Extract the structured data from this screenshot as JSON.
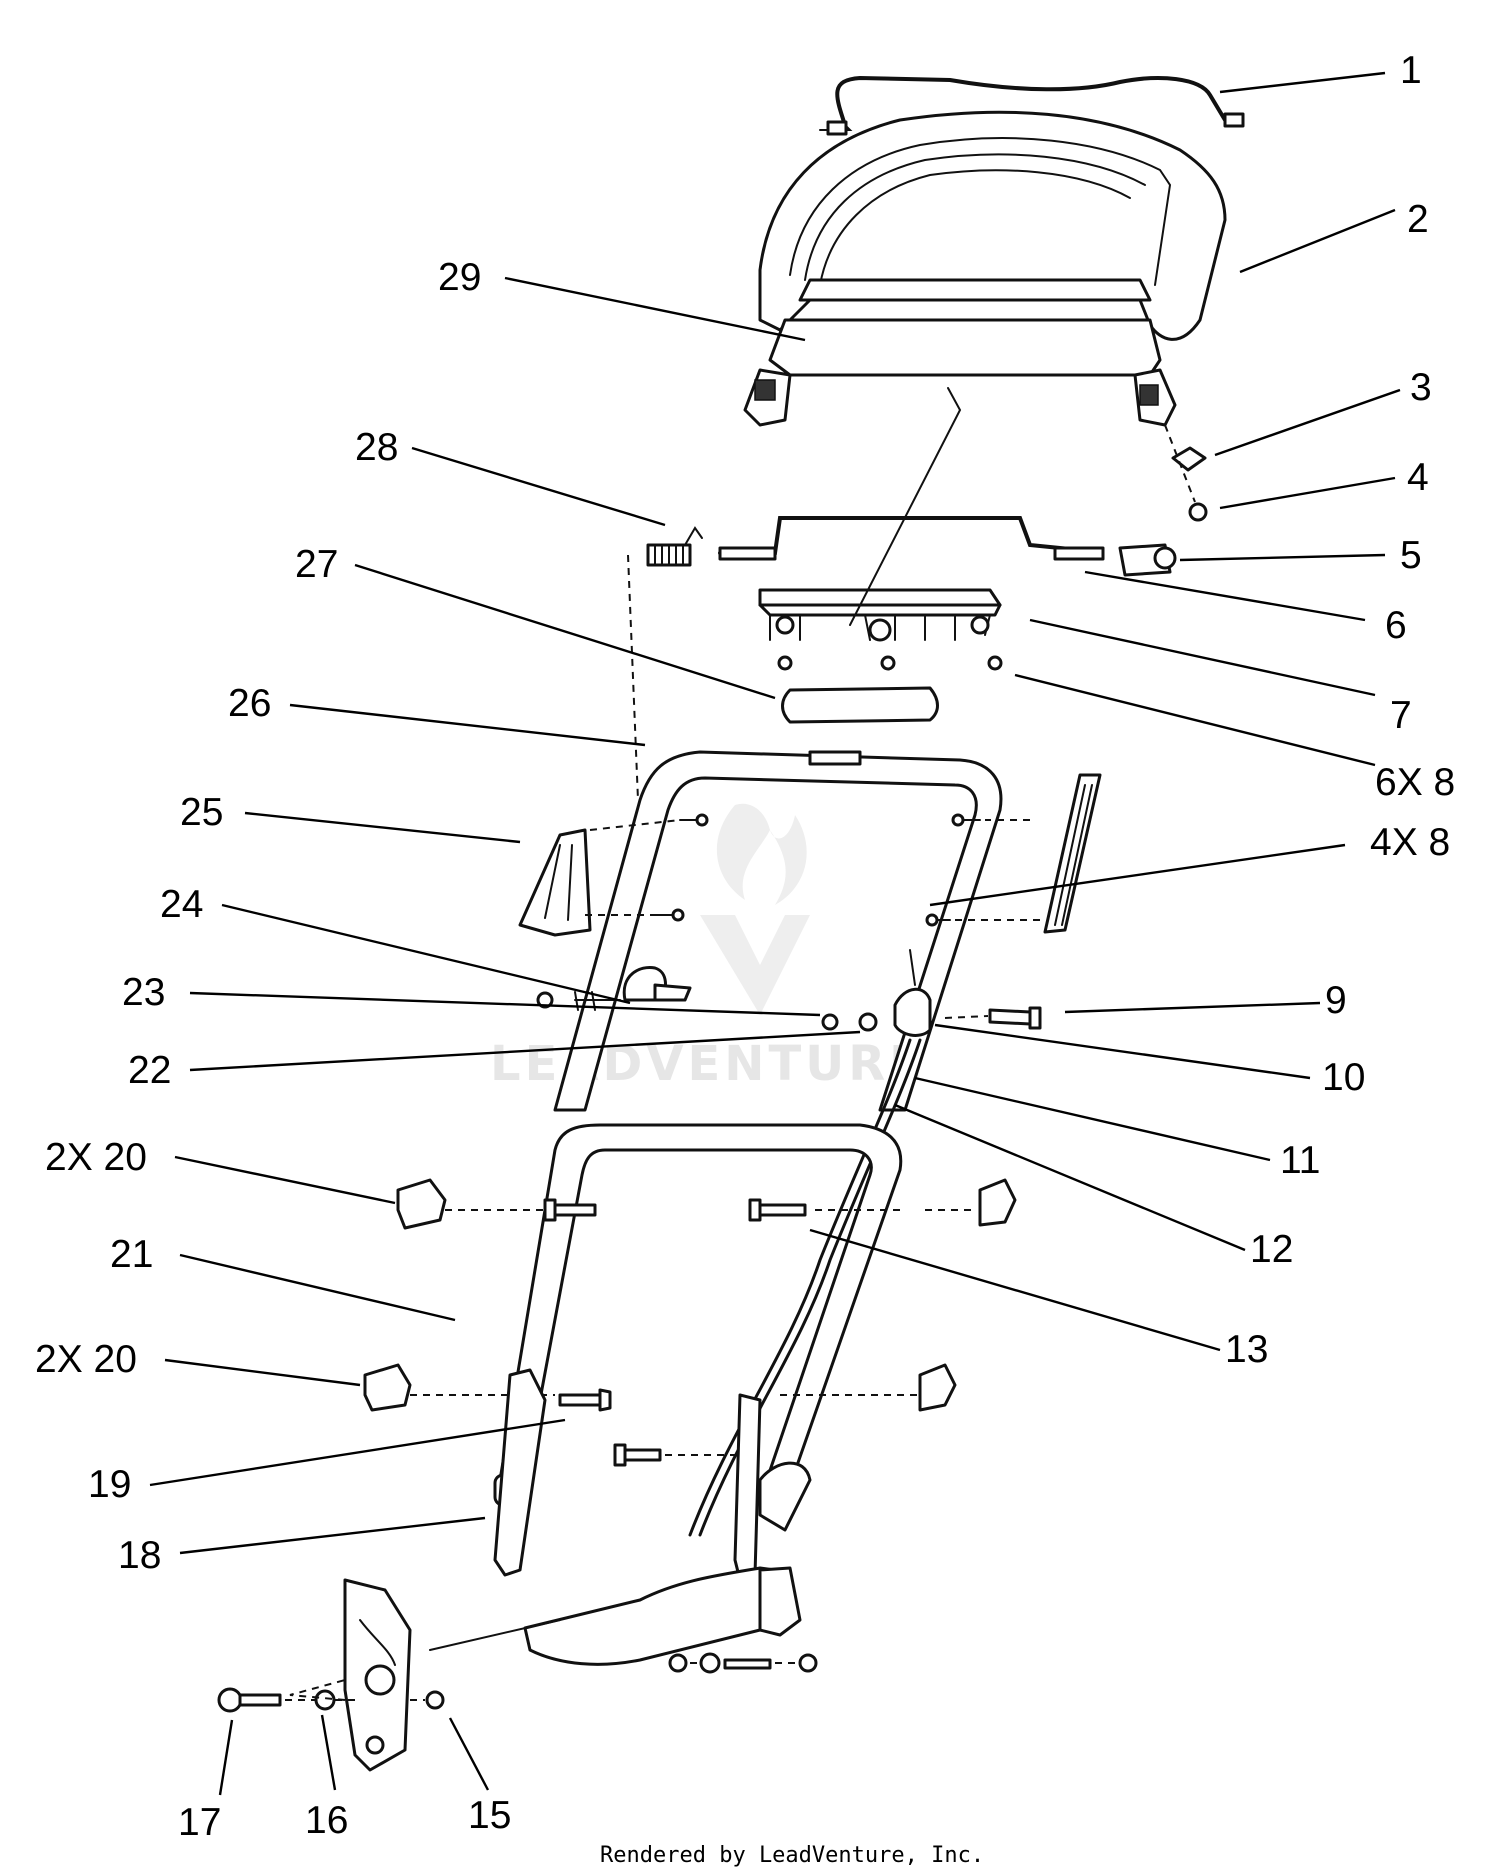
{
  "diagram": {
    "labels": [
      "1",
      "2",
      "3",
      "4",
      "5",
      "6",
      "7",
      "6X 8",
      "4X 8",
      "9",
      "10",
      "11",
      "12",
      "13",
      "2X 20",
      "21",
      "2X 20",
      "19",
      "18",
      "17",
      "16",
      "15",
      "22",
      "23",
      "24",
      "25",
      "26",
      "27",
      "28",
      "29"
    ],
    "watermark": "LEADVENTURE",
    "footer": "Rendered by LeadVenture, Inc."
  }
}
